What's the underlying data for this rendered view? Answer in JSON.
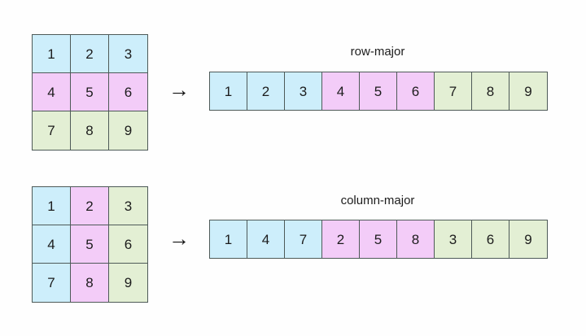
{
  "palette": {
    "background": "#fefefe",
    "border": "#4e5a58",
    "text": "#1c1c1c",
    "blue": "#cdeefb",
    "pink": "#f3ccf8",
    "green": "#e3efd4"
  },
  "chart_data": {
    "type": "diagram",
    "title": "",
    "description": "Two 3x3 matrices mapped to linear memory strips, illustrating row-major and column-major ordering",
    "blocks": [
      {
        "id": "row-major",
        "caption": "row-major",
        "arrow_glyph": "→",
        "matrix": {
          "rows": 3,
          "cols": 3,
          "cells": [
            {
              "value": "1",
              "color": "#cdeefb"
            },
            {
              "value": "2",
              "color": "#cdeefb"
            },
            {
              "value": "3",
              "color": "#cdeefb"
            },
            {
              "value": "4",
              "color": "#f3ccf8"
            },
            {
              "value": "5",
              "color": "#f3ccf8"
            },
            {
              "value": "6",
              "color": "#f3ccf8"
            },
            {
              "value": "7",
              "color": "#e3efd4"
            },
            {
              "value": "8",
              "color": "#e3efd4"
            },
            {
              "value": "9",
              "color": "#e3efd4"
            }
          ],
          "grouping": "by-row"
        },
        "strip": {
          "cells": [
            {
              "value": "1",
              "color": "#cdeefb"
            },
            {
              "value": "2",
              "color": "#cdeefb"
            },
            {
              "value": "3",
              "color": "#cdeefb"
            },
            {
              "value": "4",
              "color": "#f3ccf8"
            },
            {
              "value": "5",
              "color": "#f3ccf8"
            },
            {
              "value": "6",
              "color": "#f3ccf8"
            },
            {
              "value": "7",
              "color": "#e3efd4"
            },
            {
              "value": "8",
              "color": "#e3efd4"
            },
            {
              "value": "9",
              "color": "#e3efd4"
            }
          ]
        }
      },
      {
        "id": "column-major",
        "caption": "column-major",
        "arrow_glyph": "→",
        "matrix": {
          "rows": 3,
          "cols": 3,
          "cells": [
            {
              "value": "1",
              "color": "#cdeefb"
            },
            {
              "value": "2",
              "color": "#f3ccf8"
            },
            {
              "value": "3",
              "color": "#e3efd4"
            },
            {
              "value": "4",
              "color": "#cdeefb"
            },
            {
              "value": "5",
              "color": "#f3ccf8"
            },
            {
              "value": "6",
              "color": "#e3efd4"
            },
            {
              "value": "7",
              "color": "#cdeefb"
            },
            {
              "value": "8",
              "color": "#f3ccf8"
            },
            {
              "value": "9",
              "color": "#e3efd4"
            }
          ],
          "grouping": "by-column"
        },
        "strip": {
          "cells": [
            {
              "value": "1",
              "color": "#cdeefb"
            },
            {
              "value": "4",
              "color": "#cdeefb"
            },
            {
              "value": "7",
              "color": "#cdeefb"
            },
            {
              "value": "2",
              "color": "#f3ccf8"
            },
            {
              "value": "5",
              "color": "#f3ccf8"
            },
            {
              "value": "8",
              "color": "#f3ccf8"
            },
            {
              "value": "3",
              "color": "#e3efd4"
            },
            {
              "value": "6",
              "color": "#e3efd4"
            },
            {
              "value": "9",
              "color": "#e3efd4"
            }
          ]
        }
      }
    ]
  }
}
